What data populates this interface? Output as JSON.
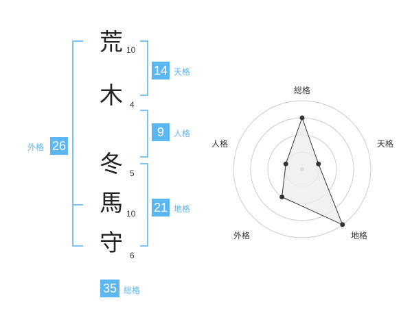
{
  "name": {
    "chars": [
      {
        "char": "荒",
        "strokes": "10"
      },
      {
        "char": "木",
        "strokes": "4"
      },
      {
        "char": "冬",
        "strokes": "5"
      },
      {
        "char": "馬",
        "strokes": "10"
      },
      {
        "char": "守",
        "strokes": "6"
      }
    ]
  },
  "fortunes": {
    "tenkaku": {
      "label": "天格",
      "value": "14"
    },
    "jinkaku": {
      "label": "人格",
      "value": "9"
    },
    "chikaku": {
      "label": "地格",
      "value": "21"
    },
    "gaikaku": {
      "label": "外格",
      "value": "26"
    },
    "soukaku": {
      "label": "総格",
      "value": "35"
    }
  },
  "radar": {
    "axes": [
      "総格",
      "天格",
      "地格",
      "外格",
      "人格"
    ],
    "levels": 4,
    "max": 4,
    "values": [
      3,
      1,
      4,
      2,
      1
    ],
    "colors": {
      "ring": "#cccccc",
      "fill": "#eeeeee",
      "line": "#333333",
      "point": "#333333"
    }
  },
  "colors": {
    "accent": "#5cb6ef",
    "bracket": "#7cc3f2"
  }
}
